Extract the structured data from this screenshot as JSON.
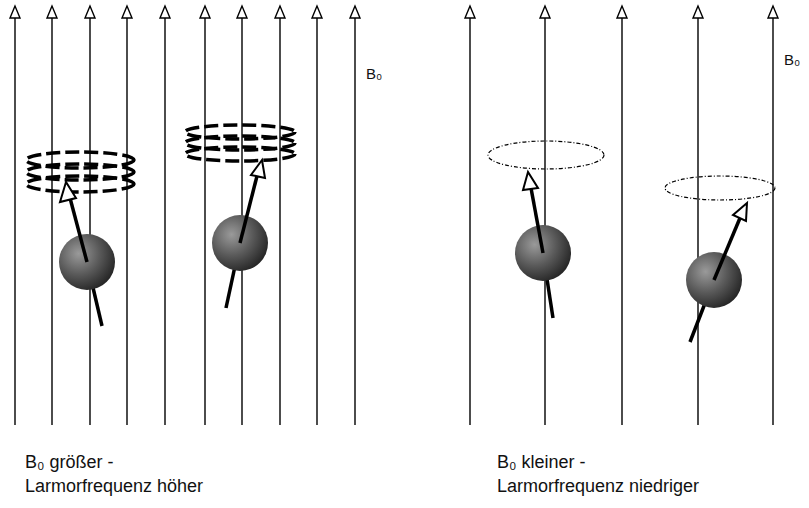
{
  "diagram": {
    "labels": [
      "B₀",
      "B₀",
      "B₀ größer - Larmorfrequenz höher",
      "B₀ kleiner - Larmorfrequenz niedriger"
    ]
  }
}
